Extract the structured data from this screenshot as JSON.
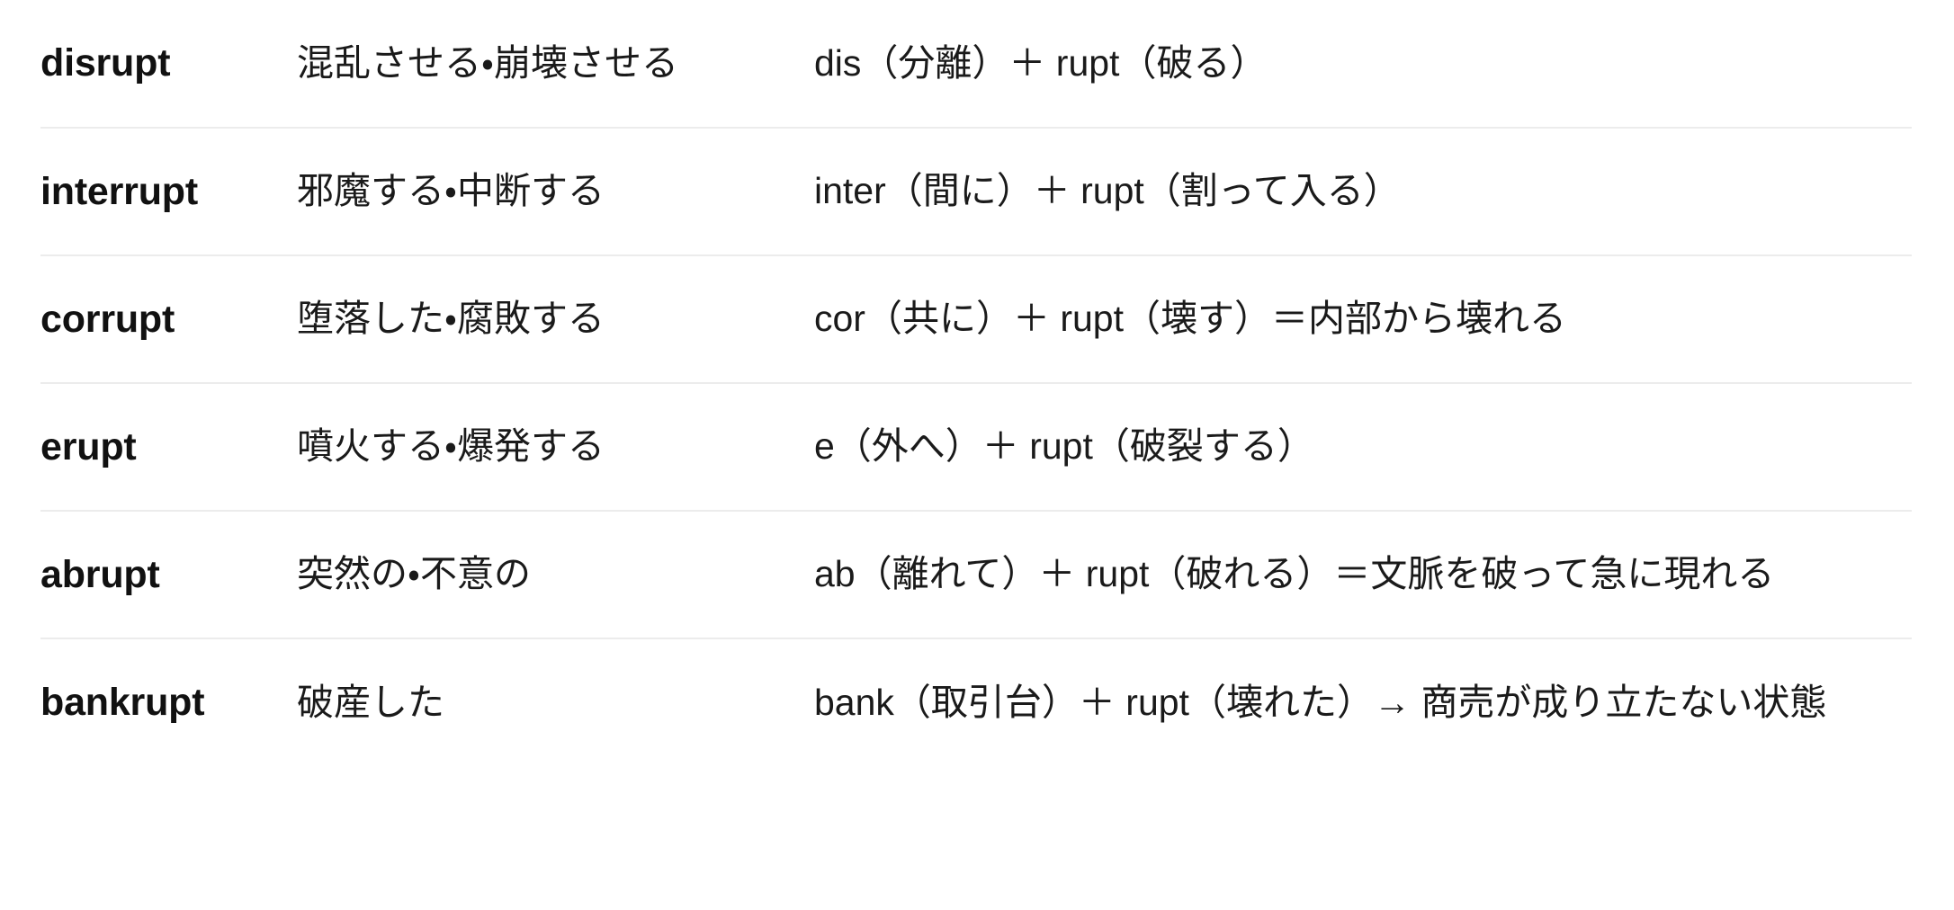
{
  "page": {
    "background_color": "#ffffff",
    "text_color": "#1a1a1a",
    "divider_color": "#ececec"
  },
  "table": {
    "columns": [
      {
        "key": "word",
        "header": ""
      },
      {
        "key": "meaning",
        "header": ""
      },
      {
        "key": "etymology",
        "header": ""
      }
    ],
    "rows": [
      {
        "word": "disrupt",
        "meaning": "混乱させる・崩壊させる",
        "etymology": "dis（分離）＋ rupt（破る）"
      },
      {
        "word": "interrupt",
        "meaning": "邪魔する・中断する",
        "etymology": "inter（間に）＋ rupt（割って入る）"
      },
      {
        "word": "corrupt",
        "meaning": "堕落した・腐敗する",
        "etymology": "cor（共に）＋ rupt（壊す）＝内部から壊れる"
      },
      {
        "word": "erupt",
        "meaning": "噴火する・爆発する",
        "etymology": "e（外へ）＋ rupt（破裂する）"
      },
      {
        "word": "abrupt",
        "meaning": "突然の・不意の",
        "etymology": "ab（離れて）＋ rupt（破れる）＝文脈を破って急に現れる"
      },
      {
        "word": "bankrupt",
        "meaning": "破産した",
        "etymology": "bank（取引台）＋ rupt（壊れた）→ 商売が成り立たない状態"
      }
    ]
  }
}
